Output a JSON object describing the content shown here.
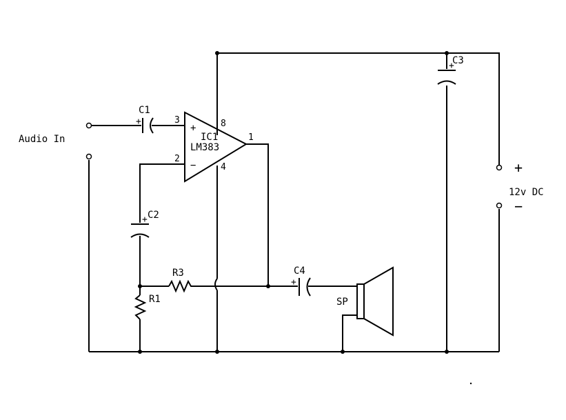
{
  "labels": {
    "audio_in": "Audio In",
    "c1": "C1",
    "c2": "C2",
    "c3": "C3",
    "c4": "C4",
    "r1": "R1",
    "r3": "R3",
    "ic_ref": "IC1",
    "ic_part": "LM383",
    "speaker": "SP",
    "supply": "12v DC",
    "supply_plus": "+",
    "supply_minus": "−",
    "opamp_plus": "+",
    "opamp_minus": "−",
    "cap_plus": "+",
    "pin_3": "3",
    "pin_2": "2",
    "pin_8": "8",
    "pin_4": "4",
    "pin_1": "1"
  }
}
